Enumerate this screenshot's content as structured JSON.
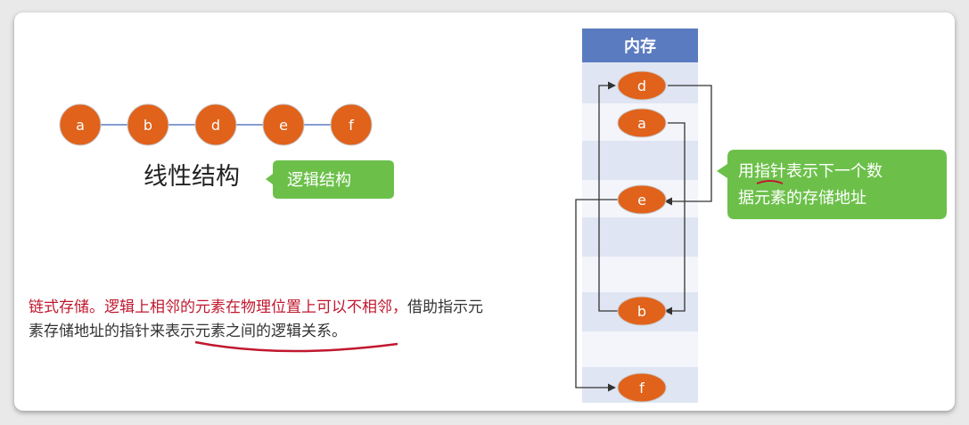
{
  "linear_nodes": [
    "a",
    "b",
    "d",
    "e",
    "f"
  ],
  "linear_title": "线性结构",
  "logical_callout": "逻辑结构",
  "memory": {
    "header": "内存",
    "nodes": [
      "d",
      "a",
      "e",
      "b",
      "f"
    ]
  },
  "pointer_callout": {
    "line1": "用指针表示下一个数",
    "line2": "据元素的存储地址"
  },
  "description": {
    "red_part": "链式存储。逻辑上相邻的元素在物理位置上可以不相邻，",
    "black_prefix": "借助指示",
    "underlined": "元素存储地址的指针",
    "black_suffix": "来表示元素之间的逻辑关系。"
  },
  "colors": {
    "node": "#e0621b",
    "callout": "#6cc04a",
    "memory_header": "#5b7bc0",
    "memory_stripe_light": "#dfe5f2",
    "memory_stripe_white": "#f3f5fa",
    "emphasis": "#c0182f"
  }
}
